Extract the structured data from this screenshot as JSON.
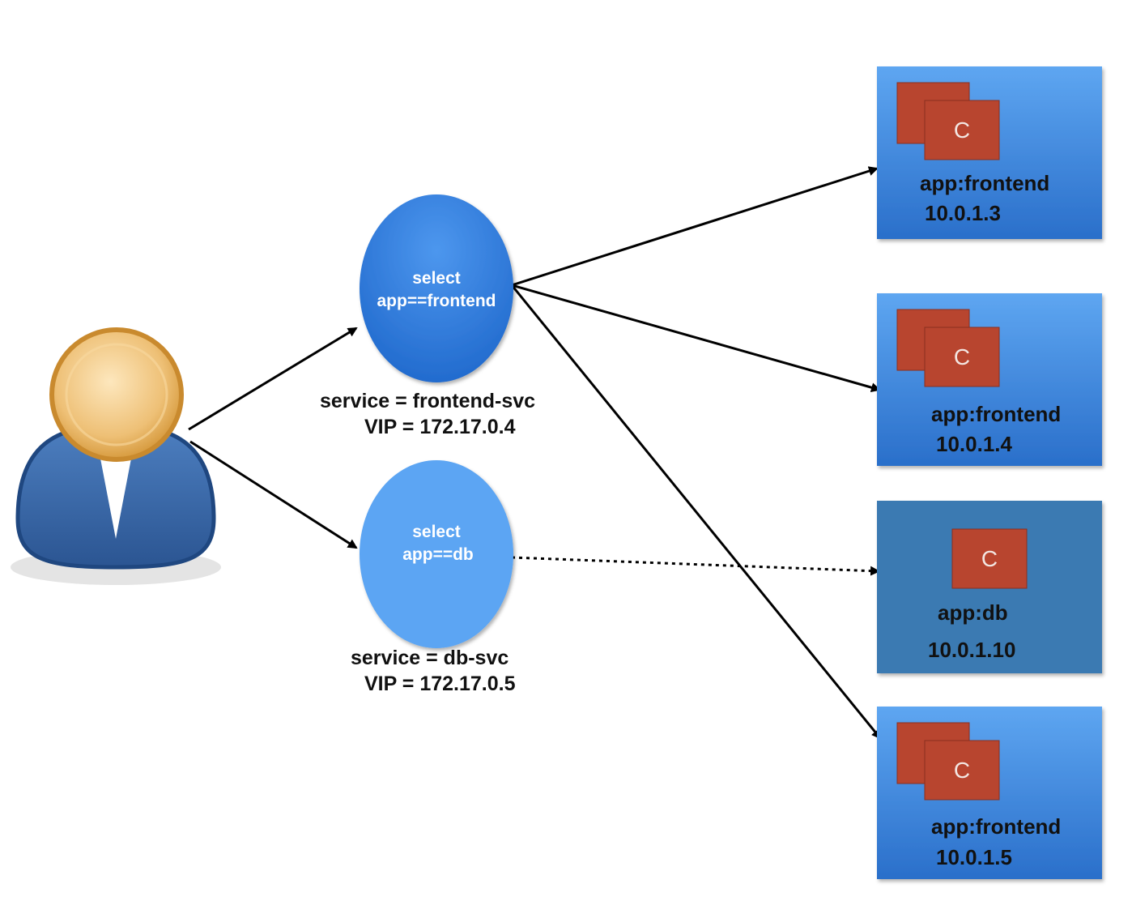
{
  "user": {
    "icon": "user-icon"
  },
  "services": {
    "frontend": {
      "select_line1": "select",
      "select_line2": "app==frontend",
      "caption_line1": "service = frontend-svc",
      "caption_line2": "VIP = 172.17.0.4",
      "color": "#2f7fe0"
    },
    "db": {
      "select_line1": "select",
      "select_line2": "app==db",
      "caption_line1": "service = db-svc",
      "caption_line2": "VIP = 172.17.0.5",
      "color": "#5aa3f2"
    }
  },
  "pods": [
    {
      "container": "C",
      "label": "app:frontend",
      "ip": "10.0.1.3"
    },
    {
      "container": "C",
      "label": "app:frontend",
      "ip": "10.0.1.4"
    },
    {
      "container": "C",
      "label": "app:db",
      "ip": "10.0.1.10"
    },
    {
      "container": "C",
      "label": "app:frontend",
      "ip": "10.0.1.5"
    }
  ],
  "colors": {
    "pod_blue": "#3a86dc",
    "pod_db": "#3b7ab2",
    "container": "#b8452f",
    "arrow": "#000000"
  }
}
